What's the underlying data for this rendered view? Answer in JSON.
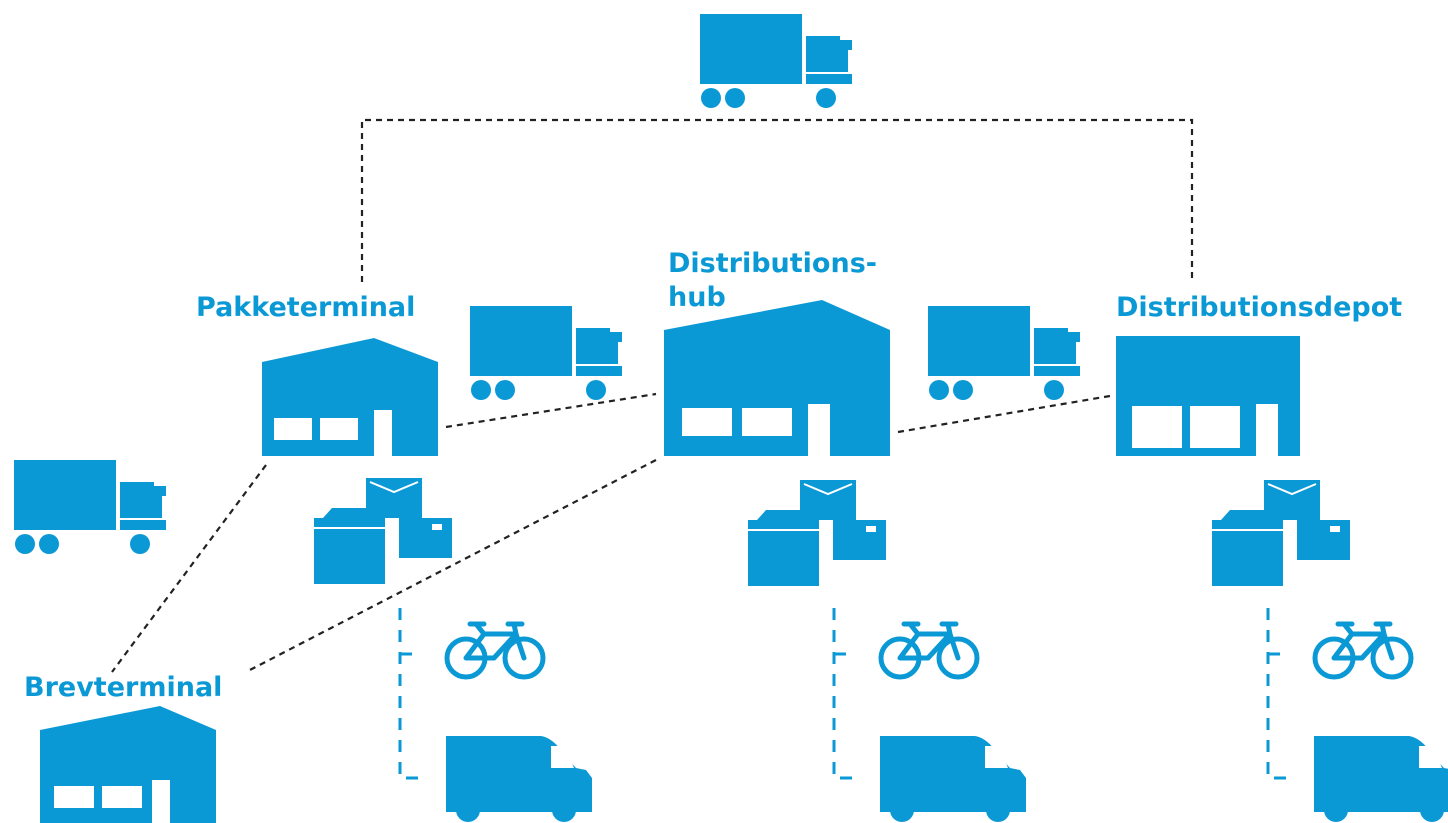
{
  "diagram": {
    "nodes": {
      "pakketerminal": {
        "label": "Pakketerminal"
      },
      "distributionshub": {
        "label_line1": "Distributions-",
        "label_line2": "hub"
      },
      "distributionsdepot": {
        "label": "Distributionsdepot"
      },
      "brevterminal": {
        "label": "Brevterminal"
      }
    },
    "colors": {
      "accent": "#0b99d6",
      "connector": "#222222",
      "background": "#ffffff"
    },
    "icons": [
      "truck-icon",
      "warehouse-icon",
      "parcels-icon",
      "bicycle-icon",
      "delivery-van-icon"
    ]
  }
}
